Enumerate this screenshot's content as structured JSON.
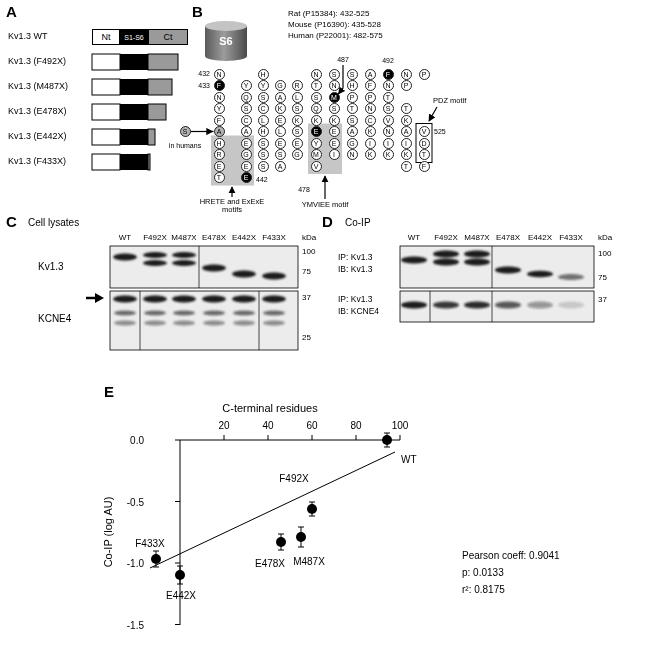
{
  "diagram": {
    "nodes": [
      {
        "text": [
          "Nt"
        ]
      },
      {
        "text": [
          "S1-S6"
        ]
      },
      {
        "text": [
          "Ct"
        ]
      },
      {
        "text": [
          "S6"
        ]
      },
      {
        "text": [
          "N"
        ]
      },
      {
        "text": [
          "F"
        ]
      },
      {
        "text": [
          "N"
        ]
      },
      {
        "text": [
          "Y"
        ]
      },
      {
        "text": [
          "F"
        ]
      },
      {
        "text": [
          "A"
        ]
      },
      {
        "text": [
          "H"
        ]
      },
      {
        "text": [
          "R"
        ]
      },
      {
        "text": [
          "E"
        ]
      },
      {
        "text": [
          "T"
        ]
      },
      {
        "text": [
          "Y"
        ]
      },
      {
        "text": [
          "Q"
        ]
      },
      {
        "text": [
          "S"
        ]
      },
      {
        "text": [
          "C"
        ]
      },
      {
        "text": [
          "A"
        ]
      },
      {
        "text": [
          "E"
        ]
      },
      {
        "text": [
          "G"
        ]
      },
      {
        "text": [
          "E"
        ]
      },
      {
        "text": [
          "E"
        ]
      },
      {
        "text": [
          "H"
        ]
      },
      {
        "text": [
          "Y"
        ]
      },
      {
        "text": [
          "S"
        ]
      },
      {
        "text": [
          "C"
        ]
      },
      {
        "text": [
          "L"
        ]
      },
      {
        "text": [
          "H"
        ]
      },
      {
        "text": [
          "S"
        ]
      },
      {
        "text": [
          "S"
        ]
      },
      {
        "text": [
          "S"
        ]
      },
      {
        "text": [
          "G"
        ]
      },
      {
        "text": [
          "A"
        ]
      },
      {
        "text": [
          "K"
        ]
      },
      {
        "text": [
          "E"
        ]
      },
      {
        "text": [
          "L"
        ]
      },
      {
        "text": [
          "E"
        ]
      },
      {
        "text": [
          "S"
        ]
      },
      {
        "text": [
          "A"
        ]
      },
      {
        "text": [
          "R"
        ]
      },
      {
        "text": [
          "L"
        ]
      },
      {
        "text": [
          "S"
        ]
      },
      {
        "text": [
          "K"
        ]
      },
      {
        "text": [
          "S"
        ]
      },
      {
        "text": [
          "E"
        ]
      },
      {
        "text": [
          "G"
        ]
      },
      {
        "text": [
          "N"
        ]
      },
      {
        "text": [
          "T"
        ]
      },
      {
        "text": [
          "S"
        ]
      },
      {
        "text": [
          "Q"
        ]
      },
      {
        "text": [
          "K"
        ]
      },
      {
        "text": [
          "E"
        ]
      },
      {
        "text": [
          "Y"
        ]
      },
      {
        "text": [
          "M"
        ]
      },
      {
        "text": [
          "V"
        ]
      },
      {
        "text": [
          "S"
        ]
      },
      {
        "text": [
          "N"
        ]
      },
      {
        "text": [
          "M"
        ]
      },
      {
        "text": [
          "S"
        ]
      },
      {
        "text": [
          "K"
        ]
      },
      {
        "text": [
          "E"
        ]
      },
      {
        "text": [
          "E"
        ]
      },
      {
        "text": [
          "I"
        ]
      },
      {
        "text": [
          "S"
        ]
      },
      {
        "text": [
          "H"
        ]
      },
      {
        "text": [
          "P"
        ]
      },
      {
        "text": [
          "T"
        ]
      },
      {
        "text": [
          "S"
        ]
      },
      {
        "text": [
          "A"
        ]
      },
      {
        "text": [
          "G"
        ]
      },
      {
        "text": [
          "N"
        ]
      },
      {
        "text": [
          "A"
        ]
      },
      {
        "text": [
          "F"
        ]
      },
      {
        "text": [
          "P"
        ]
      },
      {
        "text": [
          "N"
        ]
      },
      {
        "text": [
          "C"
        ]
      },
      {
        "text": [
          "K"
        ]
      },
      {
        "text": [
          "I"
        ]
      },
      {
        "text": [
          "K"
        ]
      },
      {
        "text": [
          "F"
        ]
      },
      {
        "text": [
          "N"
        ]
      },
      {
        "text": [
          "T"
        ]
      },
      {
        "text": [
          "S"
        ]
      },
      {
        "text": [
          "V"
        ]
      },
      {
        "text": [
          "N"
        ]
      },
      {
        "text": [
          "I"
        ]
      },
      {
        "text": [
          "K"
        ]
      },
      {
        "text": [
          "N"
        ]
      },
      {
        "text": [
          "P"
        ]
      },
      {
        "text": [
          "T"
        ]
      },
      {
        "text": [
          "K"
        ]
      },
      {
        "text": [
          "A"
        ]
      },
      {
        "text": [
          "I"
        ]
      },
      {
        "text": [
          "K"
        ]
      },
      {
        "text": [
          "T"
        ]
      },
      {
        "text": [
          "P"
        ]
      },
      {
        "text": [
          "V"
        ]
      },
      {
        "text": [
          "D"
        ]
      },
      {
        "text": [
          "T"
        ]
      },
      {
        "text": [
          "F"
        ]
      },
      {
        "text": [
          "S"
        ]
      }
    ],
    "edges": [
      {
        "from": 101,
        "to": 9,
        "arrow": "to"
      }
    ],
    "labels": [
      "A",
      "B",
      "C",
      "D",
      "E",
      "Kv1.3 WT",
      "Kv1.3 (F492X)",
      "Kv1.3 (M487X)",
      "Kv1.3 (E478X)",
      "Kv1.3 (E442X)",
      "Kv1.3 (F433X)",
      "Rat (P15384): 432-525",
      "Mouse (P16390): 435-528",
      "Human (P22001): 482-575",
      "432",
      "433",
      "487",
      "492",
      "525",
      "in humans",
      "PDZ motif",
      "HRETE and ExExE motifs",
      "442",
      "478",
      "YMVIEE motif",
      "Cell lysates",
      "WT",
      "F492X",
      "M487X",
      "E478X",
      "E442X",
      "F433X",
      "kDa",
      "100",
      "75",
      "37",
      "25",
      "Kv1.3",
      "KCNE4",
      "Co-IP",
      "WT",
      "F492X",
      "M487X",
      "E478X",
      "E442X",
      "F433X",
      "kDa",
      "100",
      "75",
      "37",
      "IP: Kv1.3",
      "IB: Kv1.3",
      "IP: Kv1.3",
      "IB: KCNE4",
      "C-terminal residues",
      "20",
      "40",
      "60",
      "80",
      "100",
      "0.0",
      "-0.5",
      "-1.0",
      "-1.5",
      "Co-IP (log AU)",
      "F433X",
      "E442X",
      "E478X",
      "M487X",
      "F492X",
      "WT",
      "Pearson coeff: 0.9041",
      "p: 0.0133",
      "r²: 0.8175"
    ]
  }
}
